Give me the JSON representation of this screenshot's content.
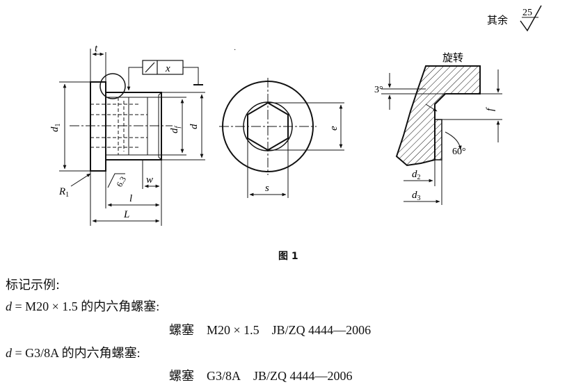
{
  "roughness": {
    "prefix": "其余",
    "value": "25"
  },
  "figure": {
    "caption": "图 1",
    "labels": {
      "t": "t",
      "x": "x",
      "d1": "d",
      "d1_sub": "1",
      "dt": "d",
      "dt_sub": "f",
      "d": "d",
      "e": "e",
      "s": "s",
      "R1": "R",
      "R1_sub": "1",
      "ra": "6.3",
      "w": "w",
      "l": "l",
      "L": "L",
      "rotate": "旋转",
      "angle3": "3°",
      "angle60": "60°",
      "f": "f",
      "d2": "d",
      "d2_sub": "2",
      "d3": "d",
      "d3_sub": "3"
    }
  },
  "text": {
    "heading": "标记示例:",
    "ex1_var": "d",
    "ex1_eq": " = M20 × 1.5 的内六角螺塞:",
    "ex1_name": "螺塞",
    "ex1_spec": "M20 × 1.5",
    "ex1_std": "JB/ZQ 4444—2006",
    "ex2_var": "d",
    "ex2_eq": " = G3/8A 的内六角螺塞:",
    "ex2_name": "螺塞",
    "ex2_spec": "G3/8A",
    "ex2_std": "JB/ZQ 4444—2006"
  }
}
